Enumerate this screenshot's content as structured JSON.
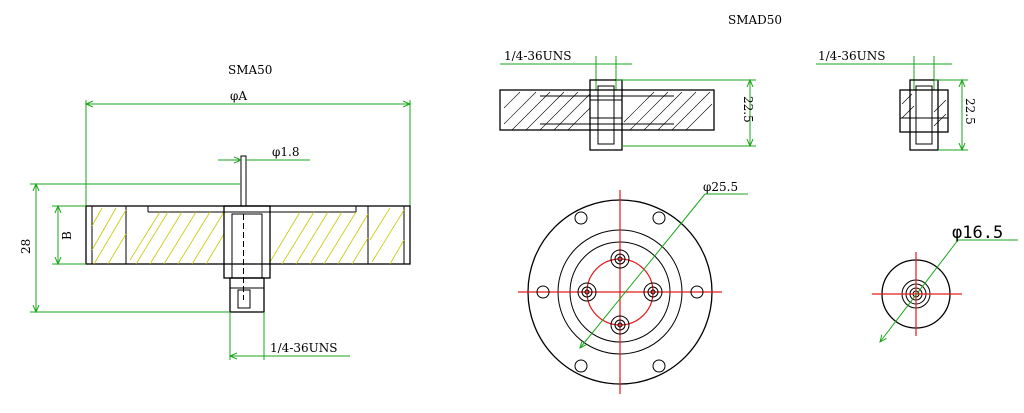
{
  "left_view": {
    "title": "SMA50",
    "dim_diameter_a": "φA",
    "dim_pin": "φ1.8",
    "dim_height": "28",
    "dim_b": "B",
    "dim_thread": "1/4-36UNS"
  },
  "right_group": {
    "title": "SMAD50",
    "large_section": {
      "thread": "1/4-36UNS",
      "height": "22.5"
    },
    "small_section": {
      "thread": "1/4-36UNS",
      "height": "22.5"
    },
    "large_plan": {
      "diameter": "φ25.5"
    },
    "small_plan": {
      "diameter": "φ16.5"
    }
  },
  "colors": {
    "outline": "#000000",
    "dimension": "#1aa51a",
    "centerline": "#e41a1a",
    "hatch": "#c8c800"
  }
}
